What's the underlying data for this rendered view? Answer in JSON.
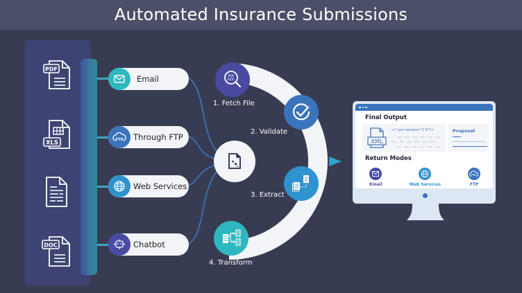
{
  "title": "Automated Insurance Submissions",
  "source_files": [
    {
      "type": "PDF",
      "icon": "pdf-file-icon"
    },
    {
      "type": "XLS",
      "icon": "xls-file-icon"
    },
    {
      "type": "",
      "icon": "text-document-icon"
    },
    {
      "type": "DOC",
      "icon": "doc-file-icon"
    }
  ],
  "channels": [
    {
      "label": "Email",
      "icon": "email-icon",
      "color": "#2fb7bf"
    },
    {
      "label": "Through FTP",
      "icon": "ftp-cloud-icon",
      "color": "#3c73bd"
    },
    {
      "label": "Web Services",
      "icon": "globe-icon",
      "color": "#2f93cf"
    },
    {
      "label": "Chatbot",
      "icon": "chatbot-icon",
      "color": "#4a4aa3"
    }
  ],
  "hub": {
    "icon": "document-process-icon"
  },
  "steps": [
    {
      "label": "1. Fetch File",
      "icon": "search-pdf-doc-icon",
      "icon_text": [
        "PDF",
        "DOC"
      ],
      "color": "#4a4aa3"
    },
    {
      "label": "2. Validate",
      "icon": "check-circle-icon",
      "color": "#3c73bd"
    },
    {
      "label": "3. Extract",
      "icon": "extract-documents-icon",
      "color": "#2f93cf"
    },
    {
      "label": "4. Transform",
      "icon": "transform-data-icon",
      "color": "#2fb7bf"
    }
  ],
  "output": {
    "heading": "Final Output",
    "xml_label": "XML",
    "xml_code": "<? xml version=\"1.0\"?>",
    "proposal": "Proposal",
    "return_heading": "Return Modes",
    "return_modes": [
      {
        "label": "Email",
        "icon": "email-icon",
        "color": "#4a4aa3"
      },
      {
        "label": "Web Services",
        "icon": "globe-icon",
        "color": "#2f93cf"
      },
      {
        "label": "FTP",
        "icon": "ftp-cloud-icon",
        "color": "#3c73bd"
      }
    ]
  },
  "colors": {
    "background": "#383c52",
    "title_bar": "#4b5068",
    "panel": "#3d4474",
    "arc": "#f2f4f8",
    "accent_blue": "#3c73bd",
    "accent_teal": "#2fb7bf"
  }
}
